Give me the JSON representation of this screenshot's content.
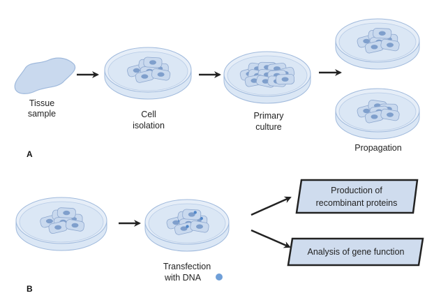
{
  "panels": {
    "a": "A",
    "b": "B"
  },
  "labels": {
    "tissue_1": "Tissue",
    "tissue_2": "sample",
    "cell_1": "Cell",
    "cell_2": "isolation",
    "primary_1": "Primary",
    "primary_2": "culture",
    "propagation": "Propagation",
    "transfection_1": "Transfection",
    "transfection_2": "with DNA"
  },
  "boxes": {
    "production_1": "Production of",
    "production_2": "recombinant proteins",
    "analysis": "Analysis of gene function"
  },
  "colors": {
    "dish": "#dbe7f5",
    "dish_edge": "#9fb9dc",
    "cell": "#c9d9ee",
    "nucleus": "#7f9fcc",
    "dna": "#4f86c9",
    "box_fill": "#cfdcee",
    "arrow": "#222222"
  }
}
